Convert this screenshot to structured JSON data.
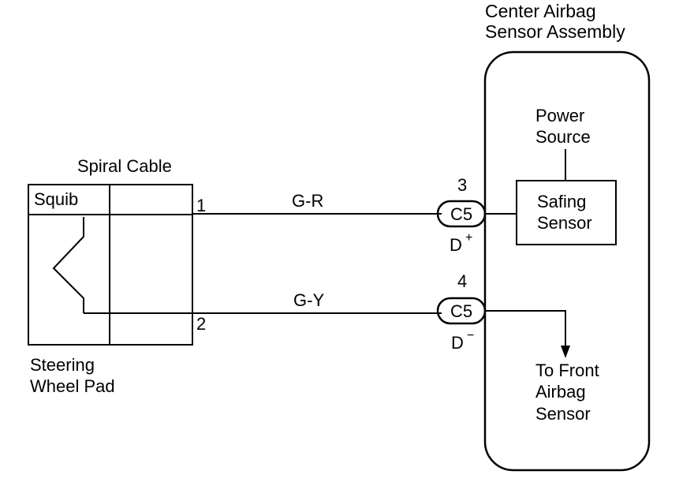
{
  "center_assembly": {
    "line1": "Center Airbag",
    "line2": "Sensor Assembly"
  },
  "power_source": {
    "line1": "Power",
    "line2": "Source"
  },
  "safing_sensor": {
    "line1": "Safing",
    "line2": "Sensor"
  },
  "spiral_cable": "Spiral Cable",
  "squib": "Squib",
  "steering_wheel_pad": {
    "line1": "Steering",
    "line2": "Wheel Pad"
  },
  "to_front_sensor": {
    "line1": "To Front",
    "line2": "Airbag",
    "line3": "Sensor"
  },
  "wires": [
    {
      "color": "G-R",
      "pin_left": "1",
      "pin_connector": "3",
      "connector": "C5",
      "terminal": "D",
      "polarity": "+"
    },
    {
      "color": "G-Y",
      "pin_left": "2",
      "pin_connector": "4",
      "connector": "C5",
      "terminal": "D",
      "polarity": "−"
    }
  ]
}
